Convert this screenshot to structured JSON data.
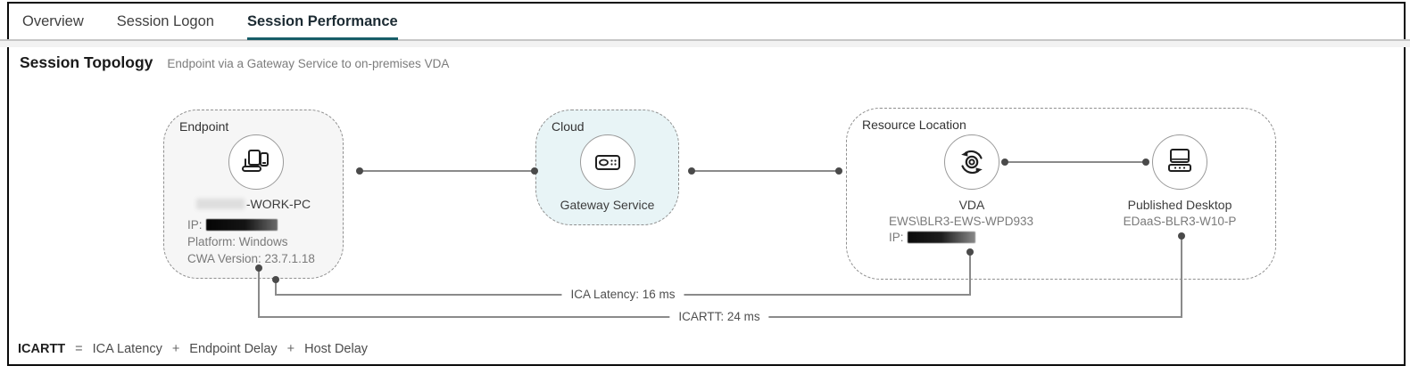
{
  "tabs": [
    {
      "label": "Overview",
      "active": false
    },
    {
      "label": "Session Logon",
      "active": false
    },
    {
      "label": "Session Performance",
      "active": true
    }
  ],
  "header": {
    "title": "Session Topology",
    "subtitle": "Endpoint via a Gateway Service to on-premises VDA"
  },
  "topology": {
    "endpoint": {
      "group_label": "Endpoint",
      "icon": "devices-icon",
      "name_suffix": "-WORK-PC",
      "ip_label": "IP:",
      "platform": "Platform: Windows",
      "cwa_version": "CWA Version: 23.7.1.18"
    },
    "cloud": {
      "group_label": "Cloud",
      "icon": "gateway-icon",
      "node_label": "Gateway Service"
    },
    "resource_location": {
      "group_label": "Resource Location",
      "vda": {
        "icon": "vda-sync-icon",
        "label": "VDA",
        "machine": "EWS\\BLR3-EWS-WPD933",
        "ip_label": "IP:"
      },
      "published_desktop": {
        "icon": "published-desktop-icon",
        "label": "Published Desktop",
        "machine": "EDaaS-BLR3-W10-P"
      }
    },
    "metrics": {
      "ica_latency": "ICA Latency: 16 ms",
      "icartt": "ICARTT: 24 ms"
    }
  },
  "formula": {
    "term": "ICARTT",
    "equals": "=",
    "operator": "+",
    "parts": [
      "ICA Latency",
      "Endpoint Delay",
      "Host Delay"
    ]
  },
  "colors": {
    "accent_underline": "#175d68",
    "cloud_box_bg": "#e8f4f6",
    "endpooint_box_bg": "#f6f6f6",
    "connector_line": "#8a8a8a"
  }
}
